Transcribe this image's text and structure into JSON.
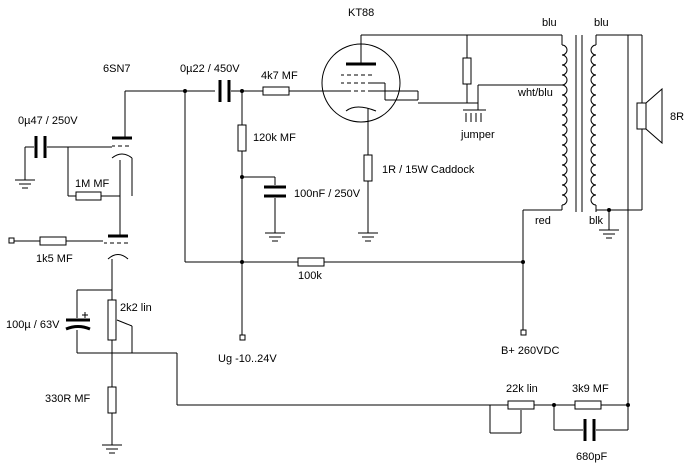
{
  "labels": {
    "tube_6sn7": "6SN7",
    "tube_kt88": "KT88",
    "cap_input": "0µ47 / 250V",
    "res_1m": "1M MF",
    "res_1k5": "1k5 MF",
    "cap_coupling": "0µ22 / 450V",
    "res_4k7": "4k7 MF",
    "res_120k": "120k MF",
    "cap_100nf": "100nF / 250V",
    "res_1r": "1R / 15W  Caddock",
    "jumper": "jumper",
    "blu_left": "blu",
    "blu_right": "blu",
    "wht_blu": "wht/blu",
    "red": "red",
    "blk": "blk",
    "speaker": "8R",
    "res_100k": "100k",
    "cap_100u": "100µ / 63V",
    "pot_2k2": "2k2 lin",
    "res_330r": "330R MF",
    "ug": "Ug  -10..24V",
    "bplus": "B+ 260VDC",
    "pot_22k": "22k lin",
    "res_3k9": "3k9 MF",
    "cap_680pf": "680pF"
  }
}
